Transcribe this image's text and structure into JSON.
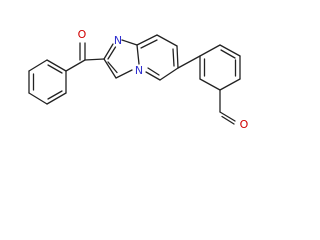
{
  "molecule": {
    "atom_labels": {
      "n_imine": "N",
      "n_bridge": "N",
      "o_ketone": "O",
      "o_aldehyde": "O"
    },
    "colors": {
      "bond": "#222222",
      "nitrogen": "#2f2fd0",
      "oxygen": "#d00000",
      "background": "#ffffff"
    }
  }
}
